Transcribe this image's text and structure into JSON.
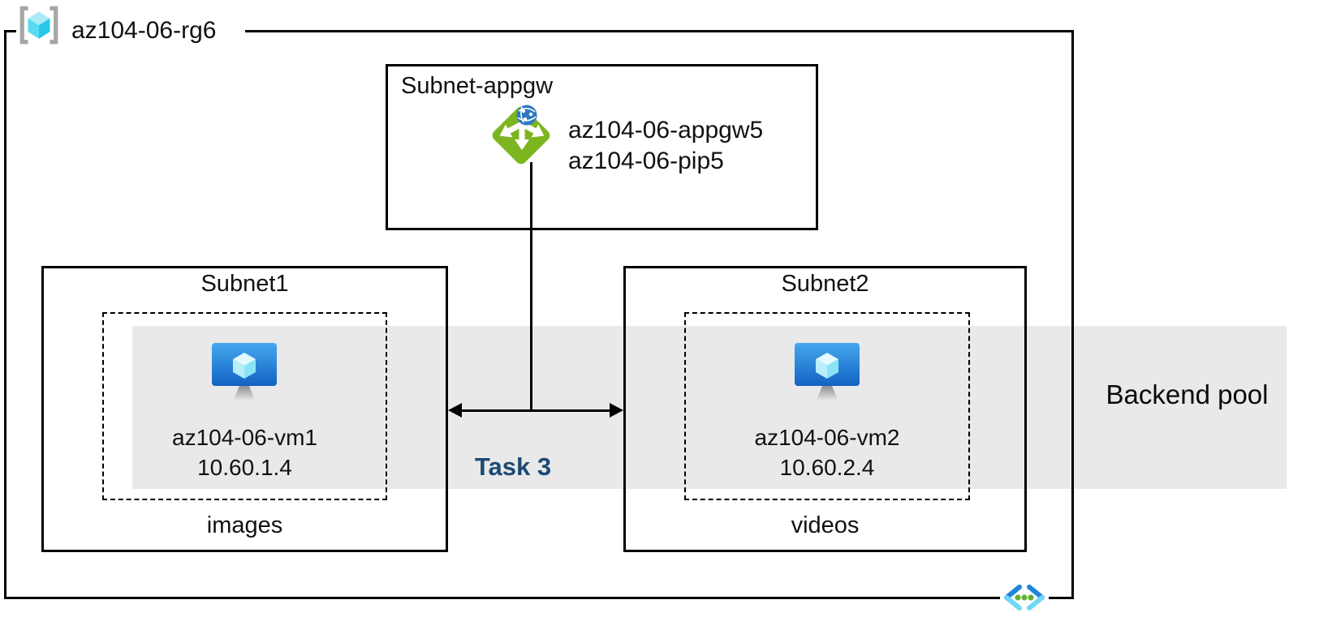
{
  "resource_group": {
    "name": "az104-06-rg6"
  },
  "appgw_subnet": {
    "title": "Subnet-appgw",
    "gateway_name": "az104-06-appgw5",
    "public_ip_name": "az104-06-pip5"
  },
  "subnet1": {
    "title": "Subnet1",
    "vm_name": "az104-06-vm1",
    "vm_ip": "10.60.1.4",
    "caption": "images"
  },
  "subnet2": {
    "title": "Subnet2",
    "vm_name": "az104-06-vm2",
    "vm_ip": "10.60.2.4",
    "caption": "videos"
  },
  "labels": {
    "backend_pool": "Backend pool",
    "task": "Task 3"
  },
  "icons": {
    "resource_group": "resource-group-icon",
    "application_gateway": "application-gateway-icon",
    "virtual_machine": "virtual-machine-icon",
    "virtual_network": "virtual-network-icon"
  },
  "colors": {
    "band_gray": "#E9E9E9",
    "task_navy": "#1B4A73",
    "appgw_green": "#7DB521",
    "globe_blue": "#2E78C0",
    "vm_blue_top": "#47A7EE",
    "vm_blue_bottom": "#1263C4",
    "cube_cyan": "#29C9E8",
    "vnet_blue": "#2186D8",
    "vnet_cyan": "#6FD8F7",
    "vnet_dot_green": "#5EB135",
    "border_black": "#000000"
  }
}
